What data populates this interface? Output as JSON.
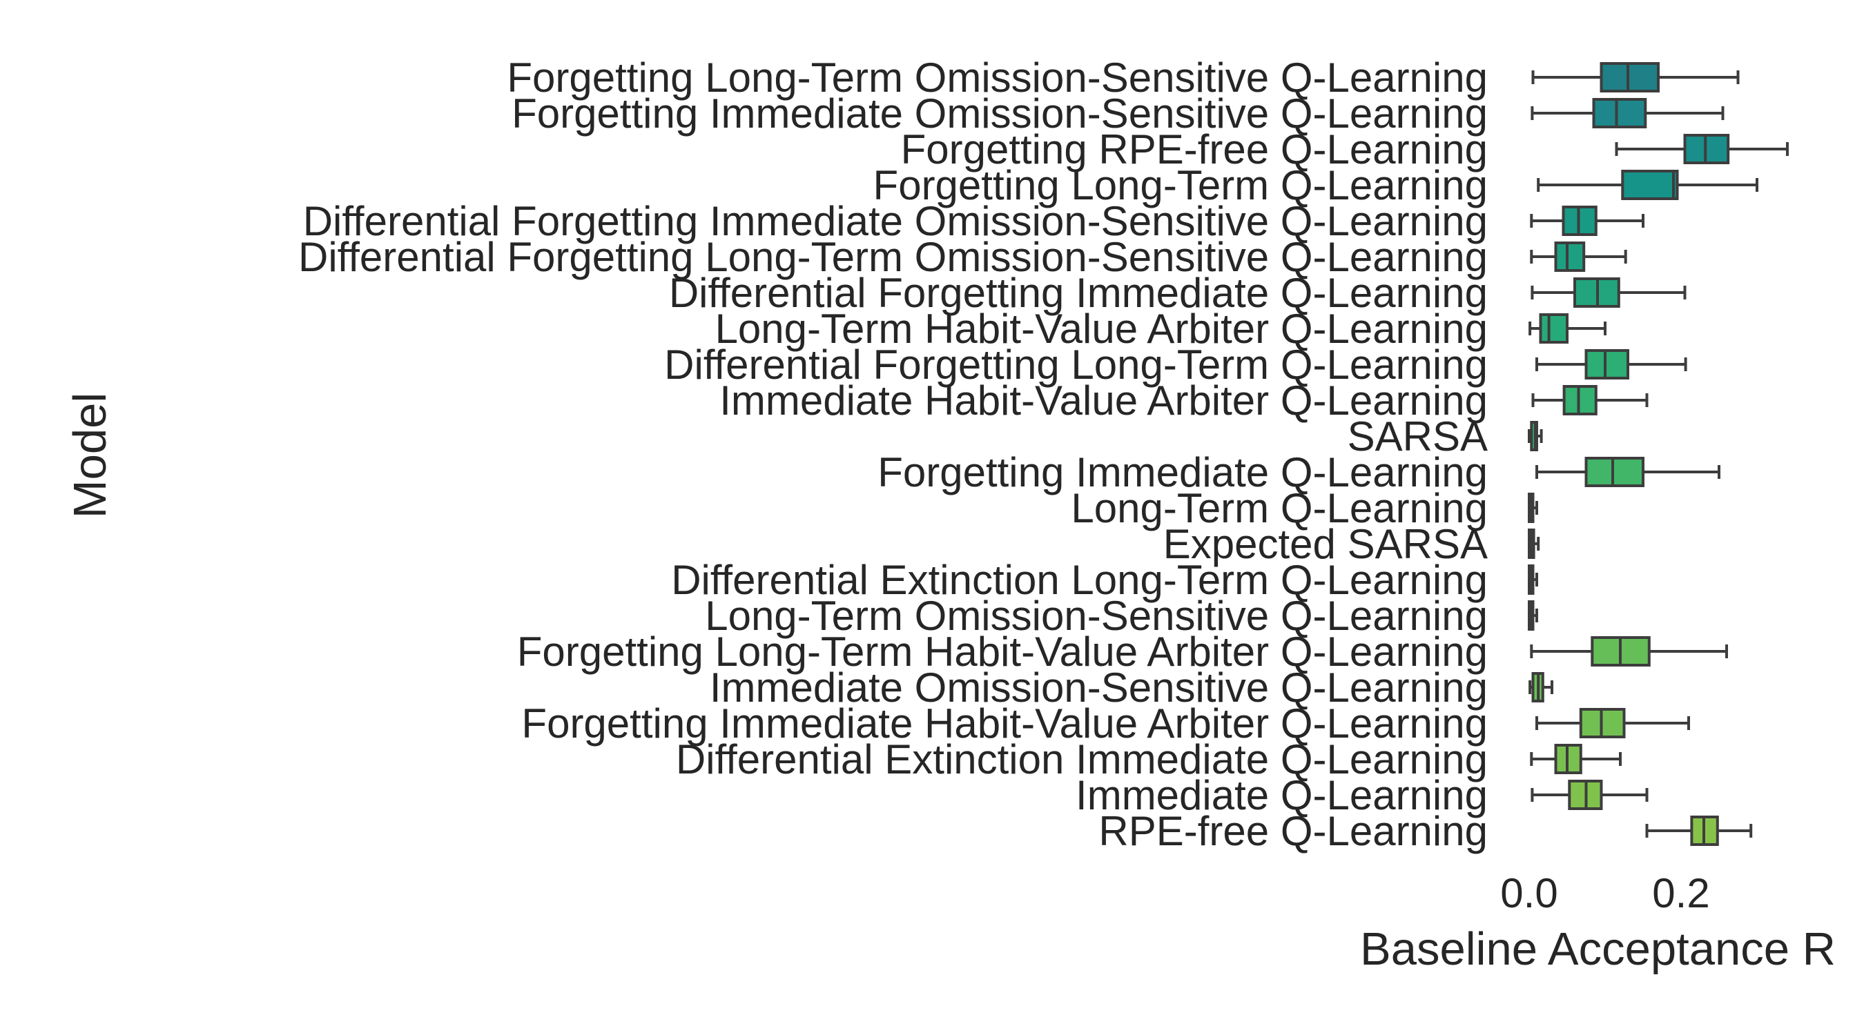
{
  "chart_data": {
    "type": "boxplot",
    "orientation": "horizontal",
    "xlabel": "Baseline Acceptance R",
    "ylabel": "Model",
    "x_ticks": [
      0.0,
      0.2
    ],
    "x_tick_labels": [
      "0.0",
      "0.2"
    ],
    "xlim": [
      -0.005,
      0.38
    ],
    "categories": [
      "Forgetting Long-Term Omission-Sensitive Q-Learning",
      "Forgetting Immediate Omission-Sensitive Q-Learning",
      "Forgetting RPE-free Q-Learning",
      "Forgetting Long-Term Q-Learning",
      "Differential Forgetting Immediate Omission-Sensitive Q-Learning",
      "Differential Forgetting Long-Term Omission-Sensitive Q-Learning",
      "Differential Forgetting Immediate Q-Learning",
      "Long-Term Habit-Value Arbiter Q-Learning",
      "Differential Forgetting Long-Term Q-Learning",
      "Immediate Habit-Value Arbiter Q-Learning",
      "SARSA",
      "Forgetting Immediate Q-Learning",
      "Long-Term Q-Learning",
      "Expected SARSA",
      "Differential Extinction Long-Term Q-Learning",
      "Long-Term Omission-Sensitive Q-Learning",
      "Forgetting Long-Term Habit-Value Arbiter Q-Learning",
      "Immediate Omission-Sensitive Q-Learning",
      "Forgetting Immediate Habit-Value Arbiter Q-Learning",
      "Differential Extinction Immediate Q-Learning",
      "Immediate Q-Learning",
      "RPE-free Q-Learning"
    ],
    "boxes": [
      {
        "whislo": 0.005,
        "q1": 0.095,
        "med": 0.13,
        "q3": 0.17,
        "whishi": 0.275,
        "color": "#1f8088"
      },
      {
        "whislo": 0.004,
        "q1": 0.085,
        "med": 0.115,
        "q3": 0.153,
        "whishi": 0.255,
        "color": "#1d878c"
      },
      {
        "whislo": 0.115,
        "q1": 0.205,
        "med": 0.232,
        "q3": 0.262,
        "whishi": 0.34,
        "color": "#1a8e8b"
      },
      {
        "whislo": 0.012,
        "q1": 0.123,
        "med": 0.19,
        "q3": 0.195,
        "whishi": 0.3,
        "color": "#169489"
      },
      {
        "whislo": 0.003,
        "q1": 0.045,
        "med": 0.065,
        "q3": 0.088,
        "whishi": 0.15,
        "color": "#189a85"
      },
      {
        "whislo": 0.003,
        "q1": 0.035,
        "med": 0.05,
        "q3": 0.072,
        "whishi": 0.127,
        "color": "#1da081"
      },
      {
        "whislo": 0.004,
        "q1": 0.06,
        "med": 0.09,
        "q3": 0.118,
        "whishi": 0.205,
        "color": "#22a57d"
      },
      {
        "whislo": 0.001,
        "q1": 0.015,
        "med": 0.026,
        "q3": 0.05,
        "whishi": 0.1,
        "color": "#27aa79"
      },
      {
        "whislo": 0.01,
        "q1": 0.075,
        "med": 0.1,
        "q3": 0.13,
        "whishi": 0.206,
        "color": "#2dae74"
      },
      {
        "whislo": 0.005,
        "q1": 0.046,
        "med": 0.065,
        "q3": 0.088,
        "whishi": 0.155,
        "color": "#33b170"
      },
      {
        "whislo": 0.0,
        "q1": 0.003,
        "med": 0.008,
        "q3": 0.01,
        "whishi": 0.016,
        "color": "#3ab36c"
      },
      {
        "whislo": 0.01,
        "q1": 0.075,
        "med": 0.11,
        "q3": 0.15,
        "whishi": 0.25,
        "color": "#41b568"
      },
      {
        "whislo": 0.0,
        "q1": 0.0,
        "med": 0.003,
        "q3": 0.005,
        "whishi": 0.01,
        "color": "#48b765"
      },
      {
        "whislo": 0.0,
        "q1": 0.0,
        "med": 0.003,
        "q3": 0.006,
        "whishi": 0.012,
        "color": "#4fb961"
      },
      {
        "whislo": 0.0,
        "q1": 0.0,
        "med": 0.002,
        "q3": 0.005,
        "whishi": 0.01,
        "color": "#57bb5e"
      },
      {
        "whislo": 0.0,
        "q1": 0.0,
        "med": 0.002,
        "q3": 0.005,
        "whishi": 0.01,
        "color": "#5ebc5b"
      },
      {
        "whislo": 0.003,
        "q1": 0.083,
        "med": 0.12,
        "q3": 0.158,
        "whishi": 0.26,
        "color": "#65be58"
      },
      {
        "whislo": 0.001,
        "q1": 0.005,
        "med": 0.012,
        "q3": 0.018,
        "whishi": 0.03,
        "color": "#6cbf55"
      },
      {
        "whislo": 0.01,
        "q1": 0.068,
        "med": 0.095,
        "q3": 0.125,
        "whishi": 0.21,
        "color": "#73c052"
      },
      {
        "whislo": 0.003,
        "q1": 0.035,
        "med": 0.05,
        "q3": 0.068,
        "whishi": 0.12,
        "color": "#79c14f"
      },
      {
        "whislo": 0.004,
        "q1": 0.053,
        "med": 0.075,
        "q3": 0.095,
        "whishi": 0.155,
        "color": "#80c24c"
      },
      {
        "whislo": 0.155,
        "q1": 0.214,
        "med": 0.23,
        "q3": 0.248,
        "whishi": 0.292,
        "color": "#87c349"
      }
    ],
    "grid": false,
    "legend": "none"
  }
}
